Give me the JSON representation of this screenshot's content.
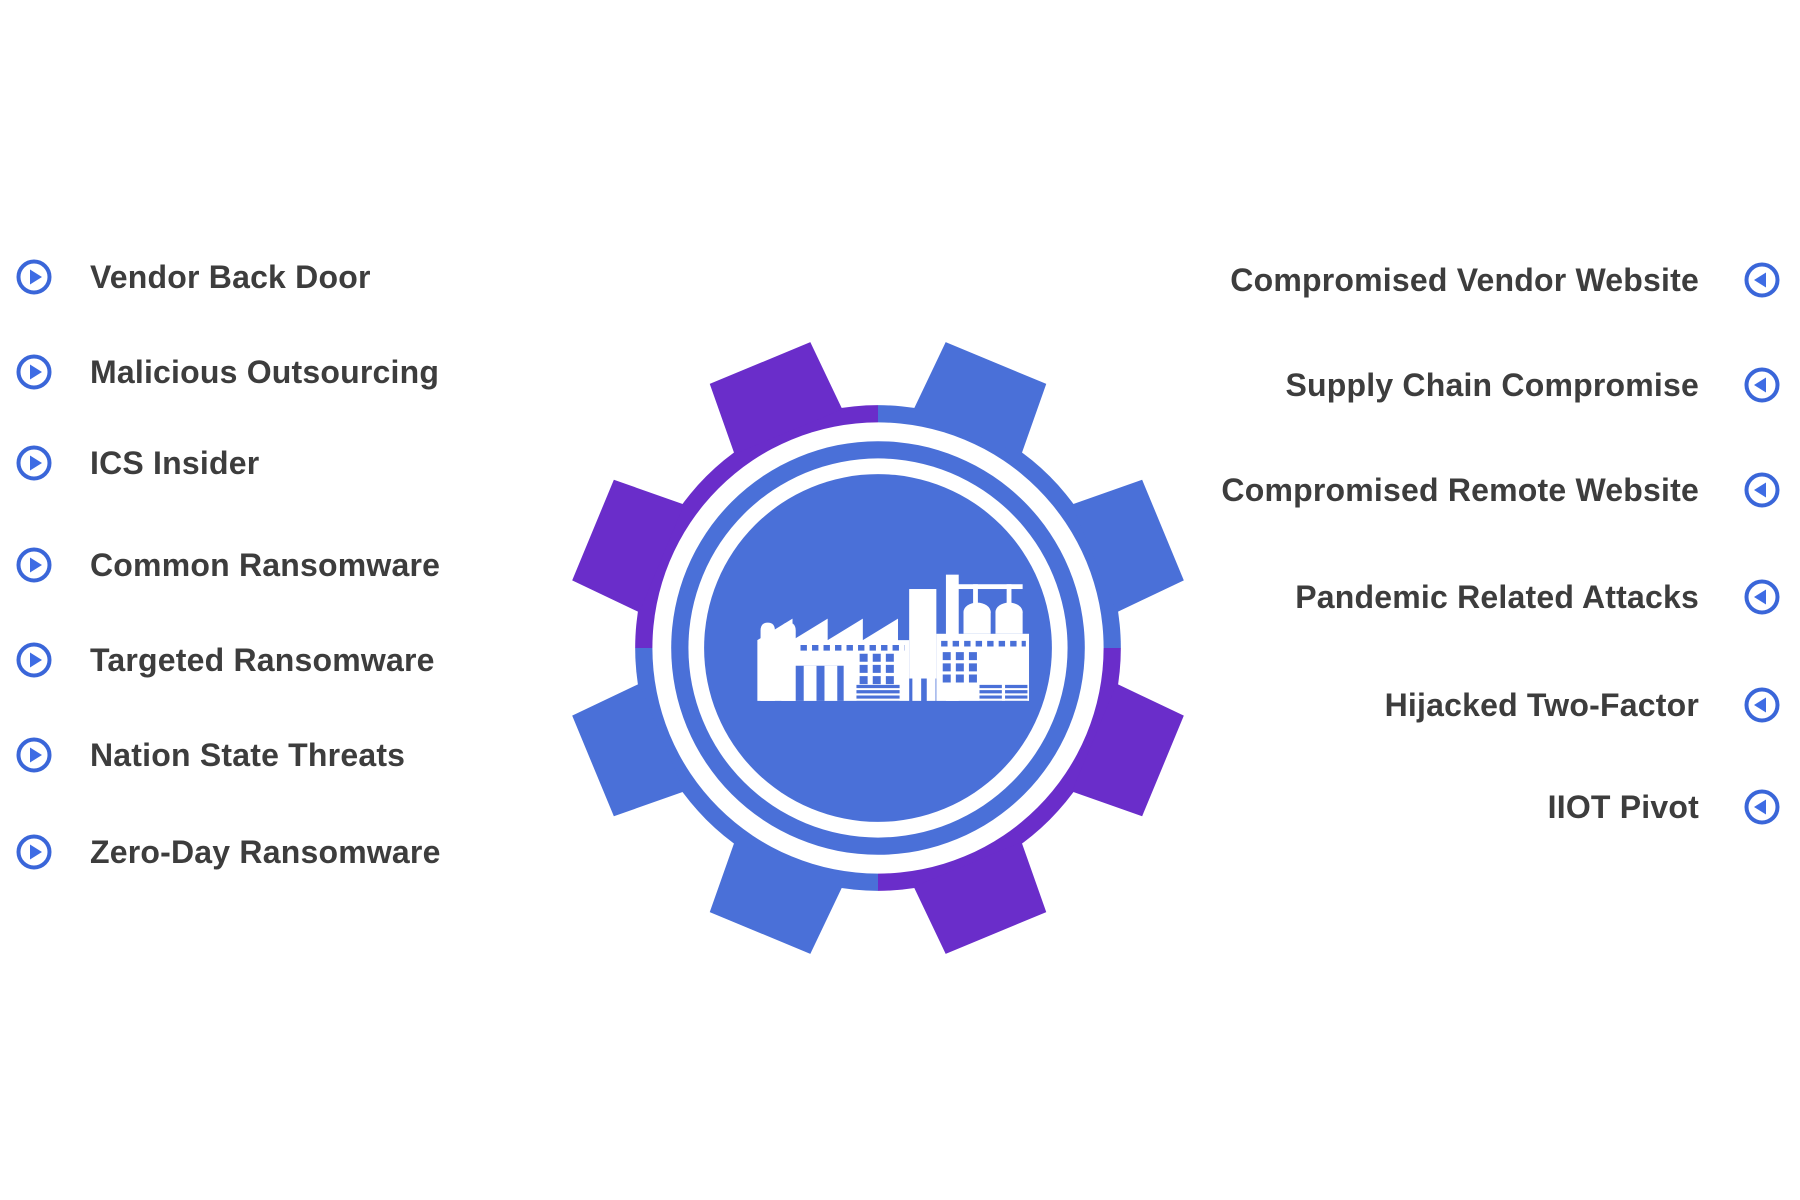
{
  "colors": {
    "background": "#ffffff",
    "gear_blue": "#4a70d8",
    "gear_purple": "#6a2dca",
    "ring_white": "#ffffff",
    "icon_ring": "#3a66d9",
    "icon_triangle": "#3e6ce4",
    "label_text": "#3d3d3d"
  },
  "center_graphic": {
    "gear_icon": "gear-icon",
    "factory_icon": "factory-silhouette-icon"
  },
  "left_items": [
    {
      "label": "Vendor Back Door",
      "icon": "arrow-right-circle-icon"
    },
    {
      "label": "Malicious Outsourcing",
      "icon": "arrow-right-circle-icon"
    },
    {
      "label": "ICS Insider",
      "icon": "arrow-right-circle-icon"
    },
    {
      "label": "Common Ransomware",
      "icon": "arrow-right-circle-icon"
    },
    {
      "label": "Targeted Ransomware",
      "icon": "arrow-right-circle-icon"
    },
    {
      "label": "Nation State Threats",
      "icon": "arrow-right-circle-icon"
    },
    {
      "label": "Zero-Day Ransomware",
      "icon": "arrow-right-circle-icon"
    }
  ],
  "right_items": [
    {
      "label": "Compromised Vendor Website",
      "icon": "arrow-left-circle-icon"
    },
    {
      "label": "Supply Chain Compromise",
      "icon": "arrow-left-circle-icon"
    },
    {
      "label": "Compromised Remote Website",
      "icon": "arrow-left-circle-icon"
    },
    {
      "label": "Pandemic Related Attacks",
      "icon": "arrow-left-circle-icon"
    },
    {
      "label": "Hijacked Two-Factor",
      "icon": "arrow-left-circle-icon"
    },
    {
      "label": "IIOT Pivot",
      "icon": "arrow-left-circle-icon"
    }
  ]
}
